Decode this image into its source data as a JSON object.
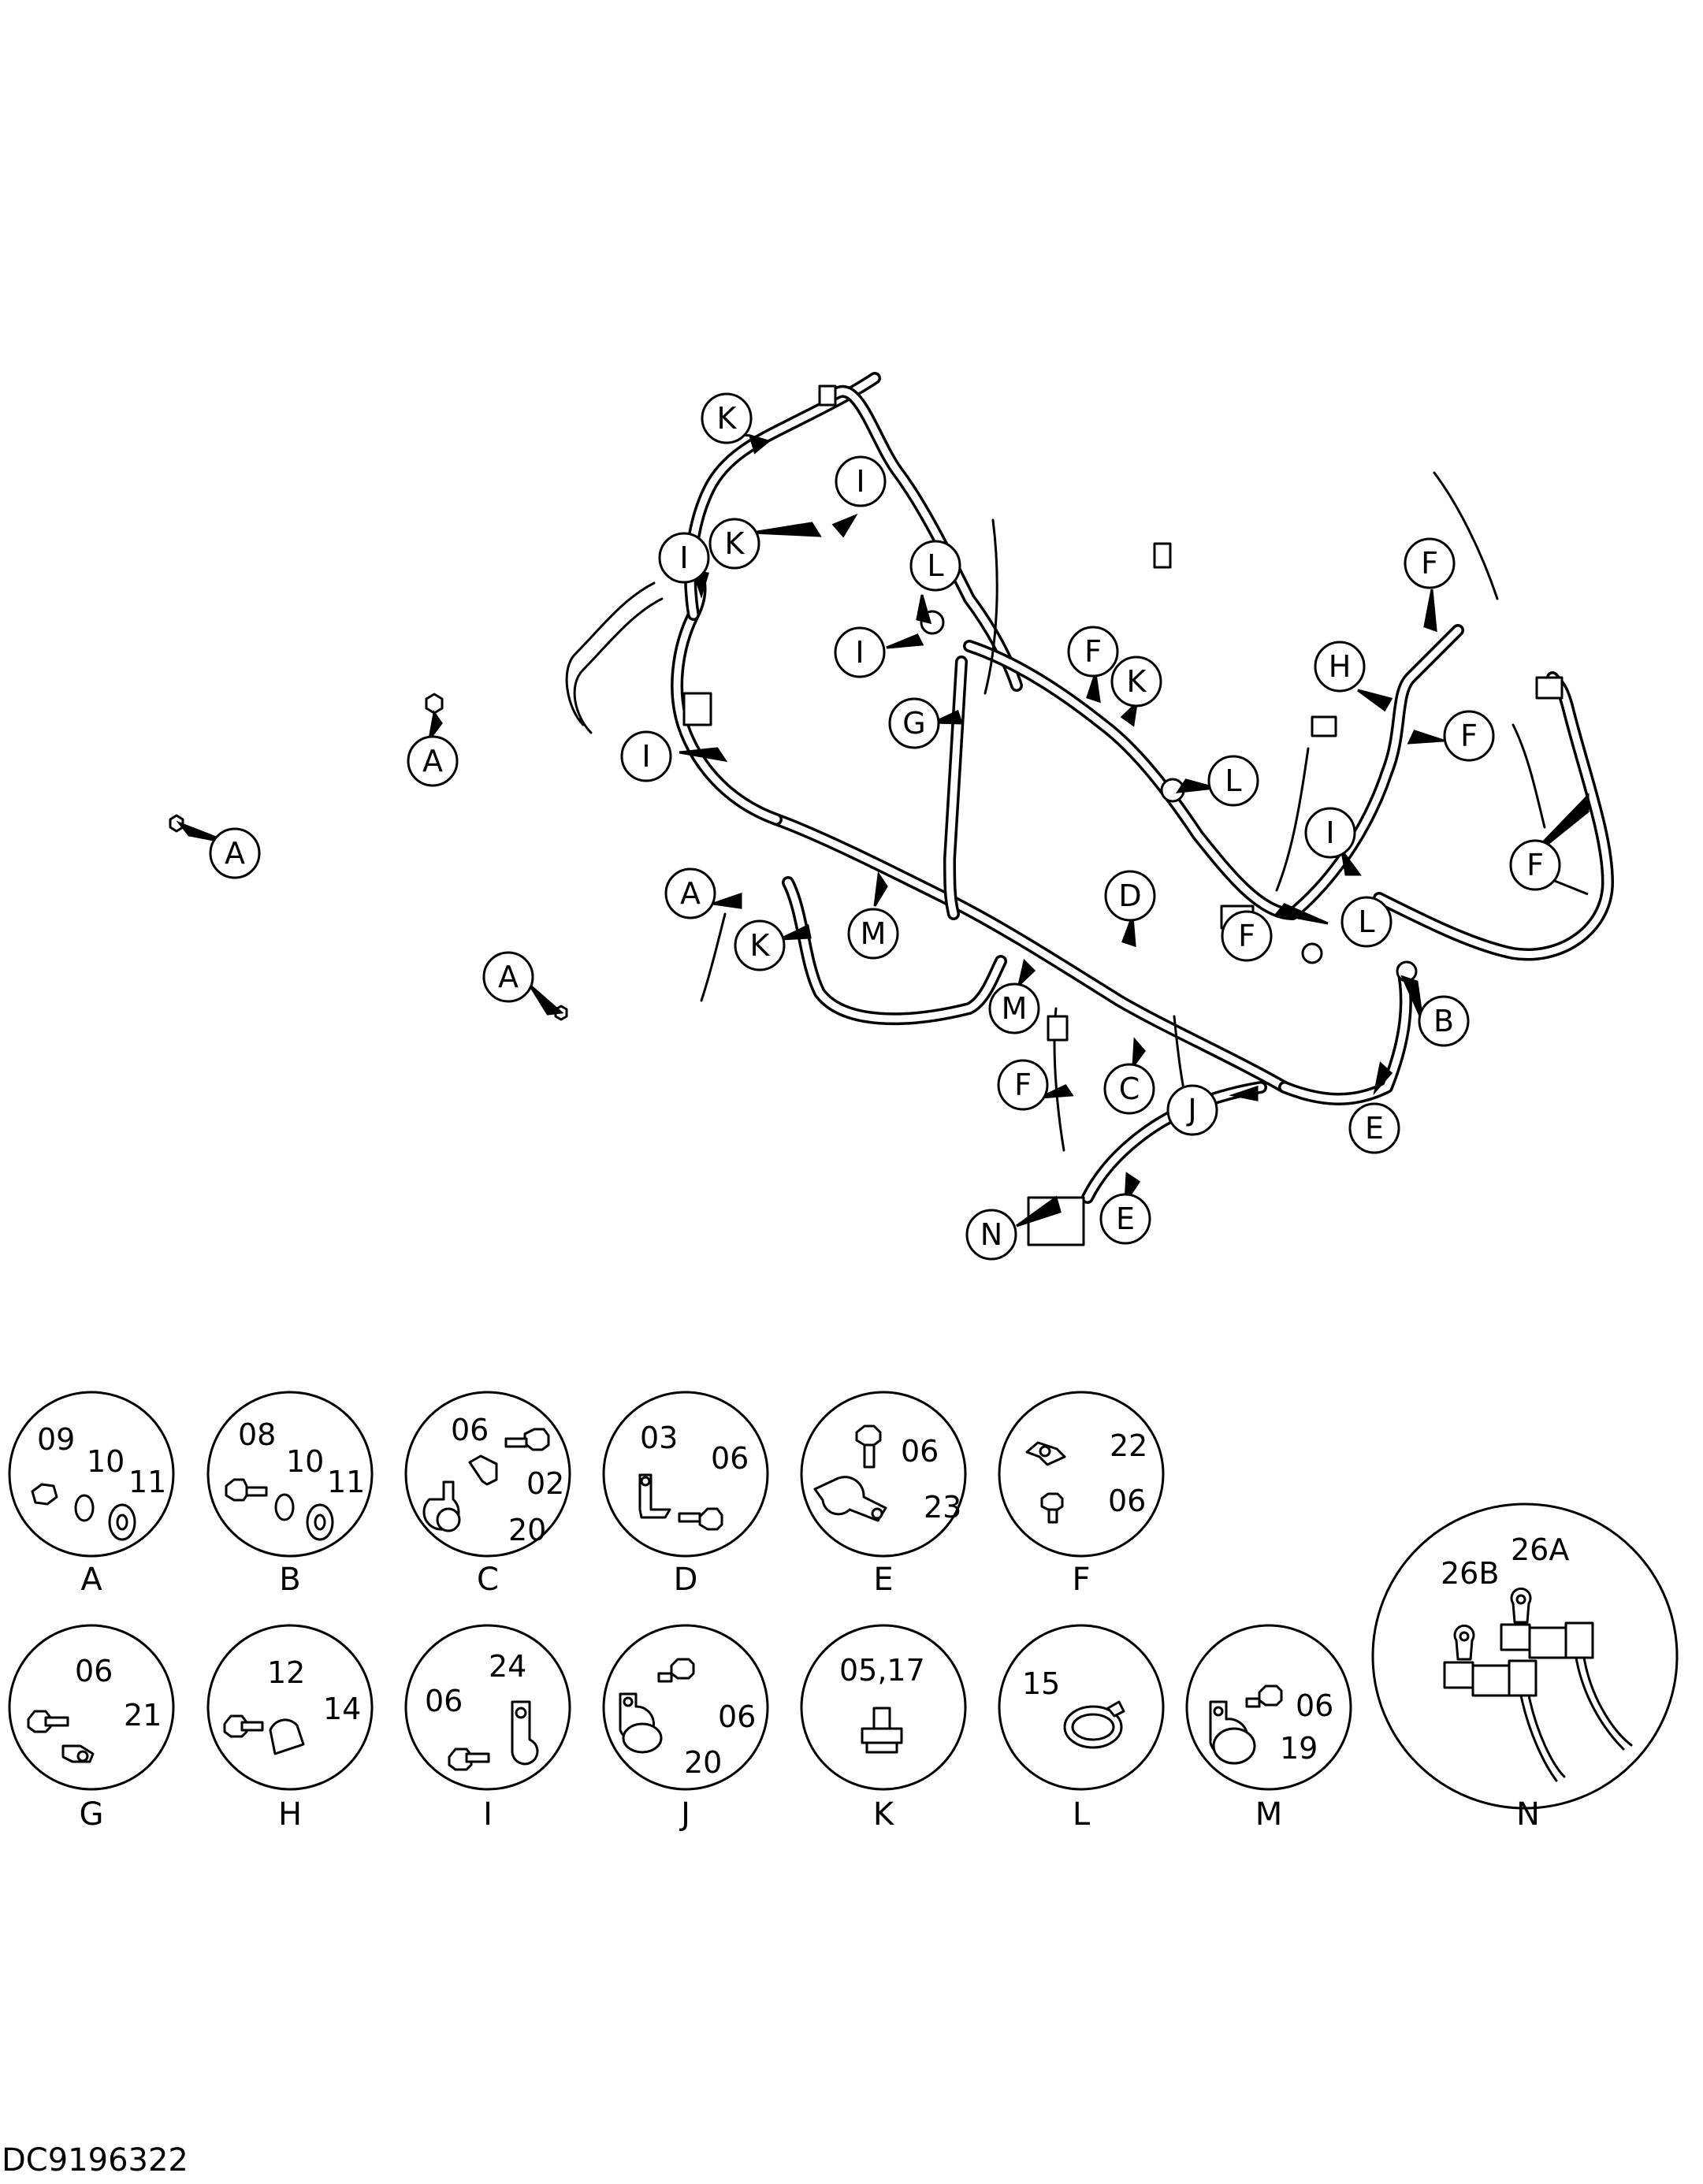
{
  "callouts": [
    {
      "letter": "K"
    },
    {
      "letter": "K"
    },
    {
      "letter": "I"
    },
    {
      "letter": "I"
    },
    {
      "letter": "L"
    },
    {
      "letter": "I"
    },
    {
      "letter": "G"
    },
    {
      "letter": "A"
    },
    {
      "letter": "A"
    },
    {
      "letter": "I"
    },
    {
      "letter": "A"
    },
    {
      "letter": "K"
    },
    {
      "letter": "M"
    },
    {
      "letter": "A"
    },
    {
      "letter": "F"
    },
    {
      "letter": "K"
    },
    {
      "letter": "L"
    },
    {
      "letter": "D"
    },
    {
      "letter": "M"
    },
    {
      "letter": "C"
    },
    {
      "letter": "F"
    },
    {
      "letter": "F"
    },
    {
      "letter": "J"
    },
    {
      "letter": "N"
    },
    {
      "letter": "E"
    },
    {
      "letter": "F"
    },
    {
      "letter": "H"
    },
    {
      "letter": "F"
    },
    {
      "letter": "I"
    },
    {
      "letter": "F"
    },
    {
      "letter": "L"
    },
    {
      "letter": "B"
    },
    {
      "letter": "E"
    }
  ],
  "details": [
    {
      "letter": "A",
      "parts": [
        "09",
        "10",
        "11"
      ]
    },
    {
      "letter": "B",
      "parts": [
        "08",
        "10",
        "11"
      ]
    },
    {
      "letter": "C",
      "parts": [
        "06",
        "02",
        "20"
      ]
    },
    {
      "letter": "D",
      "parts": [
        "03",
        "06"
      ]
    },
    {
      "letter": "E",
      "parts": [
        "06",
        "23"
      ]
    },
    {
      "letter": "F",
      "parts": [
        "22",
        "06"
      ]
    },
    {
      "letter": "G",
      "parts": [
        "06",
        "21"
      ]
    },
    {
      "letter": "H",
      "parts": [
        "12",
        "14"
      ]
    },
    {
      "letter": "I",
      "parts": [
        "24",
        "06"
      ]
    },
    {
      "letter": "J",
      "parts": [
        "06",
        "20"
      ]
    },
    {
      "letter": "K",
      "parts": [
        "05,17"
      ]
    },
    {
      "letter": "L",
      "parts": [
        "15"
      ]
    },
    {
      "letter": "M",
      "parts": [
        "06",
        "19"
      ]
    },
    {
      "letter": "N",
      "parts": [
        "26A",
        "26B"
      ]
    }
  ],
  "document_id": "DC9196322"
}
